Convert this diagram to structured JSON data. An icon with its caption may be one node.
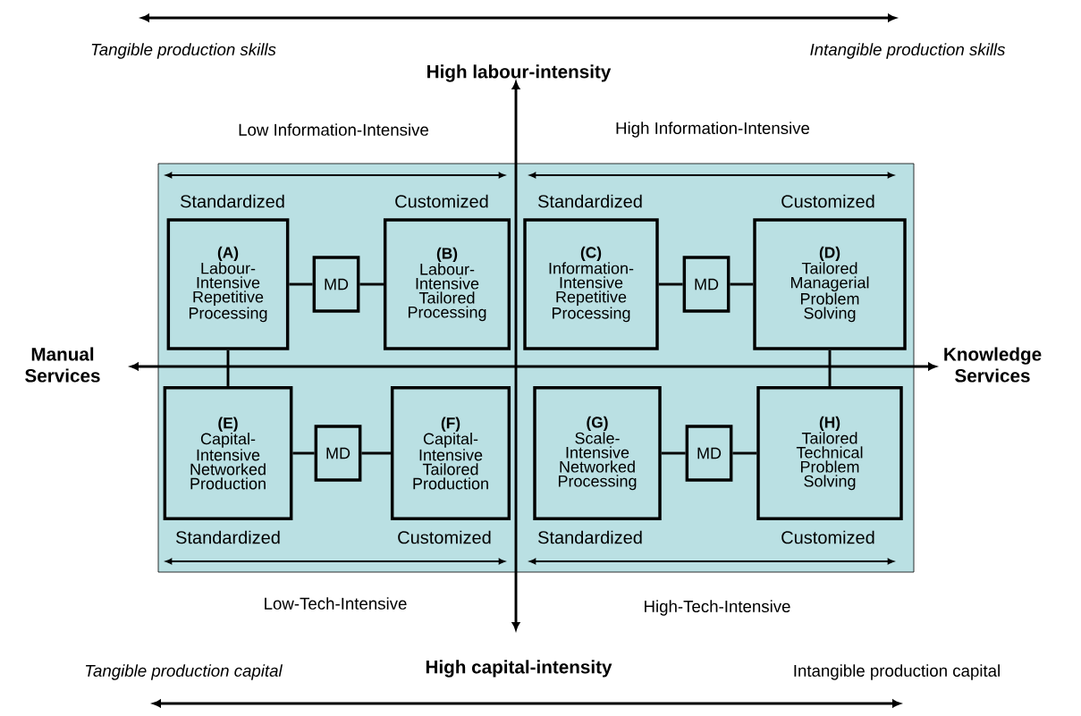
{
  "diagram": {
    "nodes": [
      {
        "text": [
          "(A)",
          "Labour- Intensive Repetitive Processing"
        ]
      },
      {
        "text": [
          "MD"
        ]
      },
      {
        "text": [
          "(B)",
          "Labour- Intensive Tailored Processing"
        ]
      },
      {
        "text": [
          "(C)",
          "Information- Intensive Repetitive Processing"
        ]
      },
      {
        "text": [
          "MD"
        ]
      },
      {
        "text": [
          "(D)",
          "Tailored Managerial Problem Solving"
        ]
      },
      {
        "text": [
          "(E)",
          "Capital- Intensive Networked Production"
        ]
      },
      {
        "text": [
          "MD"
        ]
      },
      {
        "text": [
          "(F)",
          "Capital- Intensive Tailored Production"
        ]
      },
      {
        "text": [
          "(G)",
          "Scale- Intensive Networked Processing"
        ]
      },
      {
        "text": [
          "MD"
        ]
      },
      {
        "text": [
          "(H)",
          "Tailored Technical Problem Solving"
        ]
      }
    ],
    "edges": [
      {
        "from": 0,
        "to": 1,
        "arrow": "none"
      },
      {
        "from": 1,
        "to": 2,
        "arrow": "none"
      },
      {
        "from": 3,
        "to": 4,
        "arrow": "none"
      },
      {
        "from": 4,
        "to": 5,
        "arrow": "none"
      },
      {
        "from": 6,
        "to": 7,
        "arrow": "none"
      },
      {
        "from": 7,
        "to": 8,
        "arrow": "none"
      },
      {
        "from": 9,
        "to": 10,
        "arrow": "none"
      },
      {
        "from": 10,
        "to": 11,
        "arrow": "none"
      },
      {
        "from": 0,
        "to": 6,
        "arrow": "none"
      },
      {
        "from": 5,
        "to": 11,
        "arrow": "none"
      }
    ],
    "labels": [
      "Tangible production skills",
      "Intangible production skills",
      "High labour-intensity",
      "Low Information-Intensive",
      "High Information-Intensive",
      "Standardized",
      "Customized",
      "Standardized",
      "Customized",
      "Manual Services",
      "Knowledge Services",
      "Standardized",
      "Customized",
      "Standardized",
      "Customized",
      "Low-Tech-Intensive",
      "High-Tech-Intensive",
      "Tangible production capital",
      "High capital-intensity",
      "Intangible production capital"
    ]
  }
}
